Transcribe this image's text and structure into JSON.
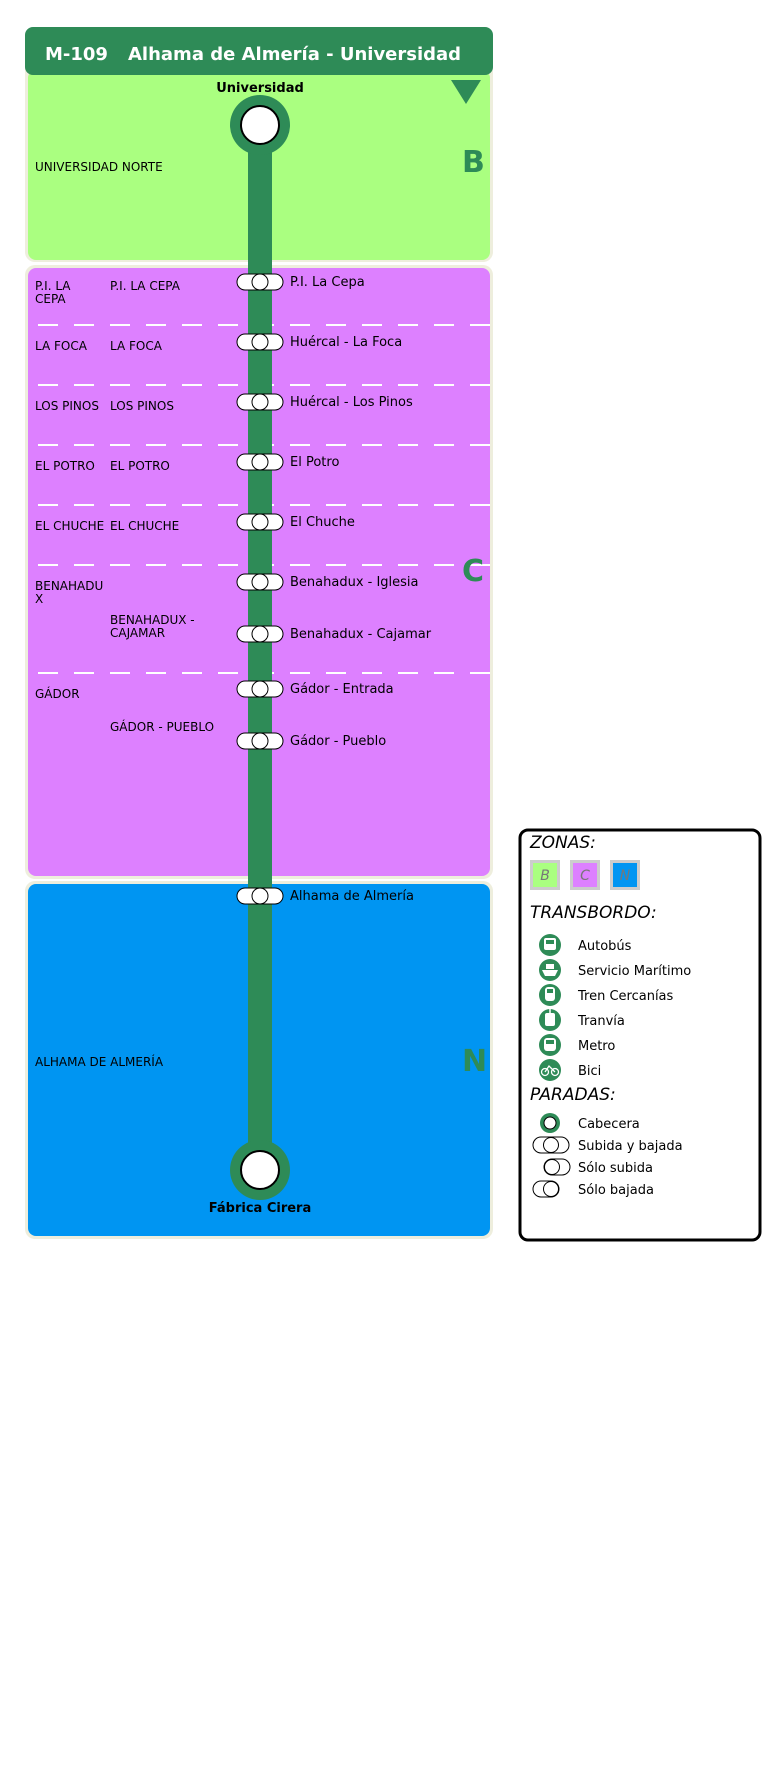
{
  "header": {
    "code": "M-109",
    "title": "Alhama de Almería - Universidad"
  },
  "colors": {
    "line": "#2e8b57",
    "zone_b": "#aaff80",
    "zone_c": "#dd80ff",
    "zone_n": "#0095f2"
  },
  "zones": [
    {
      "letter": "B",
      "municipalities": [
        "UNIVERSIDAD NORTE"
      ]
    },
    {
      "letter": "C",
      "municipalities": [
        "P.I. LA CEPA",
        "LA FOCA",
        "LOS PINOS",
        "EL POTRO",
        "EL CHUCHE",
        "BENAHADUX",
        "GÁDOR"
      ]
    },
    {
      "letter": "N",
      "municipalities": [
        "ALHAMA DE ALMERÍA"
      ]
    }
  ],
  "nuclei": [
    "P.I. LA CEPA",
    "LA FOCA",
    "LOS PINOS",
    "EL POTRO",
    "EL CHUCHE",
    "BENAHADUX - CAJAMAR",
    "GÁDOR - PUEBLO"
  ],
  "terminals": {
    "start": "Universidad",
    "end": "Fábrica Cirera"
  },
  "stops": [
    {
      "name": "P.I. La Cepa",
      "type": "Subida y bajada"
    },
    {
      "name": "Huércal - La Foca",
      "type": "Subida y bajada"
    },
    {
      "name": "Huércal - Los Pinos",
      "type": "Subida y bajada"
    },
    {
      "name": "El Potro",
      "type": "Subida y bajada"
    },
    {
      "name": "El Chuche",
      "type": "Subida y bajada"
    },
    {
      "name": "Benahadux - Iglesia",
      "type": "Subida y bajada"
    },
    {
      "name": "Benahadux - Cajamar",
      "type": "Subida y bajada"
    },
    {
      "name": "Gádor - Entrada",
      "type": "Subida y bajada"
    },
    {
      "name": "Gádor - Pueblo",
      "type": "Subida y bajada"
    },
    {
      "name": "Alhama de Almería",
      "type": "Subida y bajada"
    }
  ],
  "legend": {
    "zones_title": "ZONAS:",
    "zones": [
      "B",
      "C",
      "N"
    ],
    "transfer_title": "TRANSBORDO:",
    "transfers": [
      {
        "label": "Autobús",
        "icon": "bus-icon"
      },
      {
        "label": "Servicio Marítimo",
        "icon": "ship-icon"
      },
      {
        "label": "Tren Cercanías",
        "icon": "train-icon"
      },
      {
        "label": "Tranvía",
        "icon": "tram-icon"
      },
      {
        "label": "Metro",
        "icon": "metro-icon"
      },
      {
        "label": "Bici",
        "icon": "bike-icon"
      }
    ],
    "stops_title": "PARADAS:",
    "stop_types": [
      "Cabecera",
      "Subida y bajada",
      "Sólo subida",
      "Sólo bajada"
    ]
  }
}
